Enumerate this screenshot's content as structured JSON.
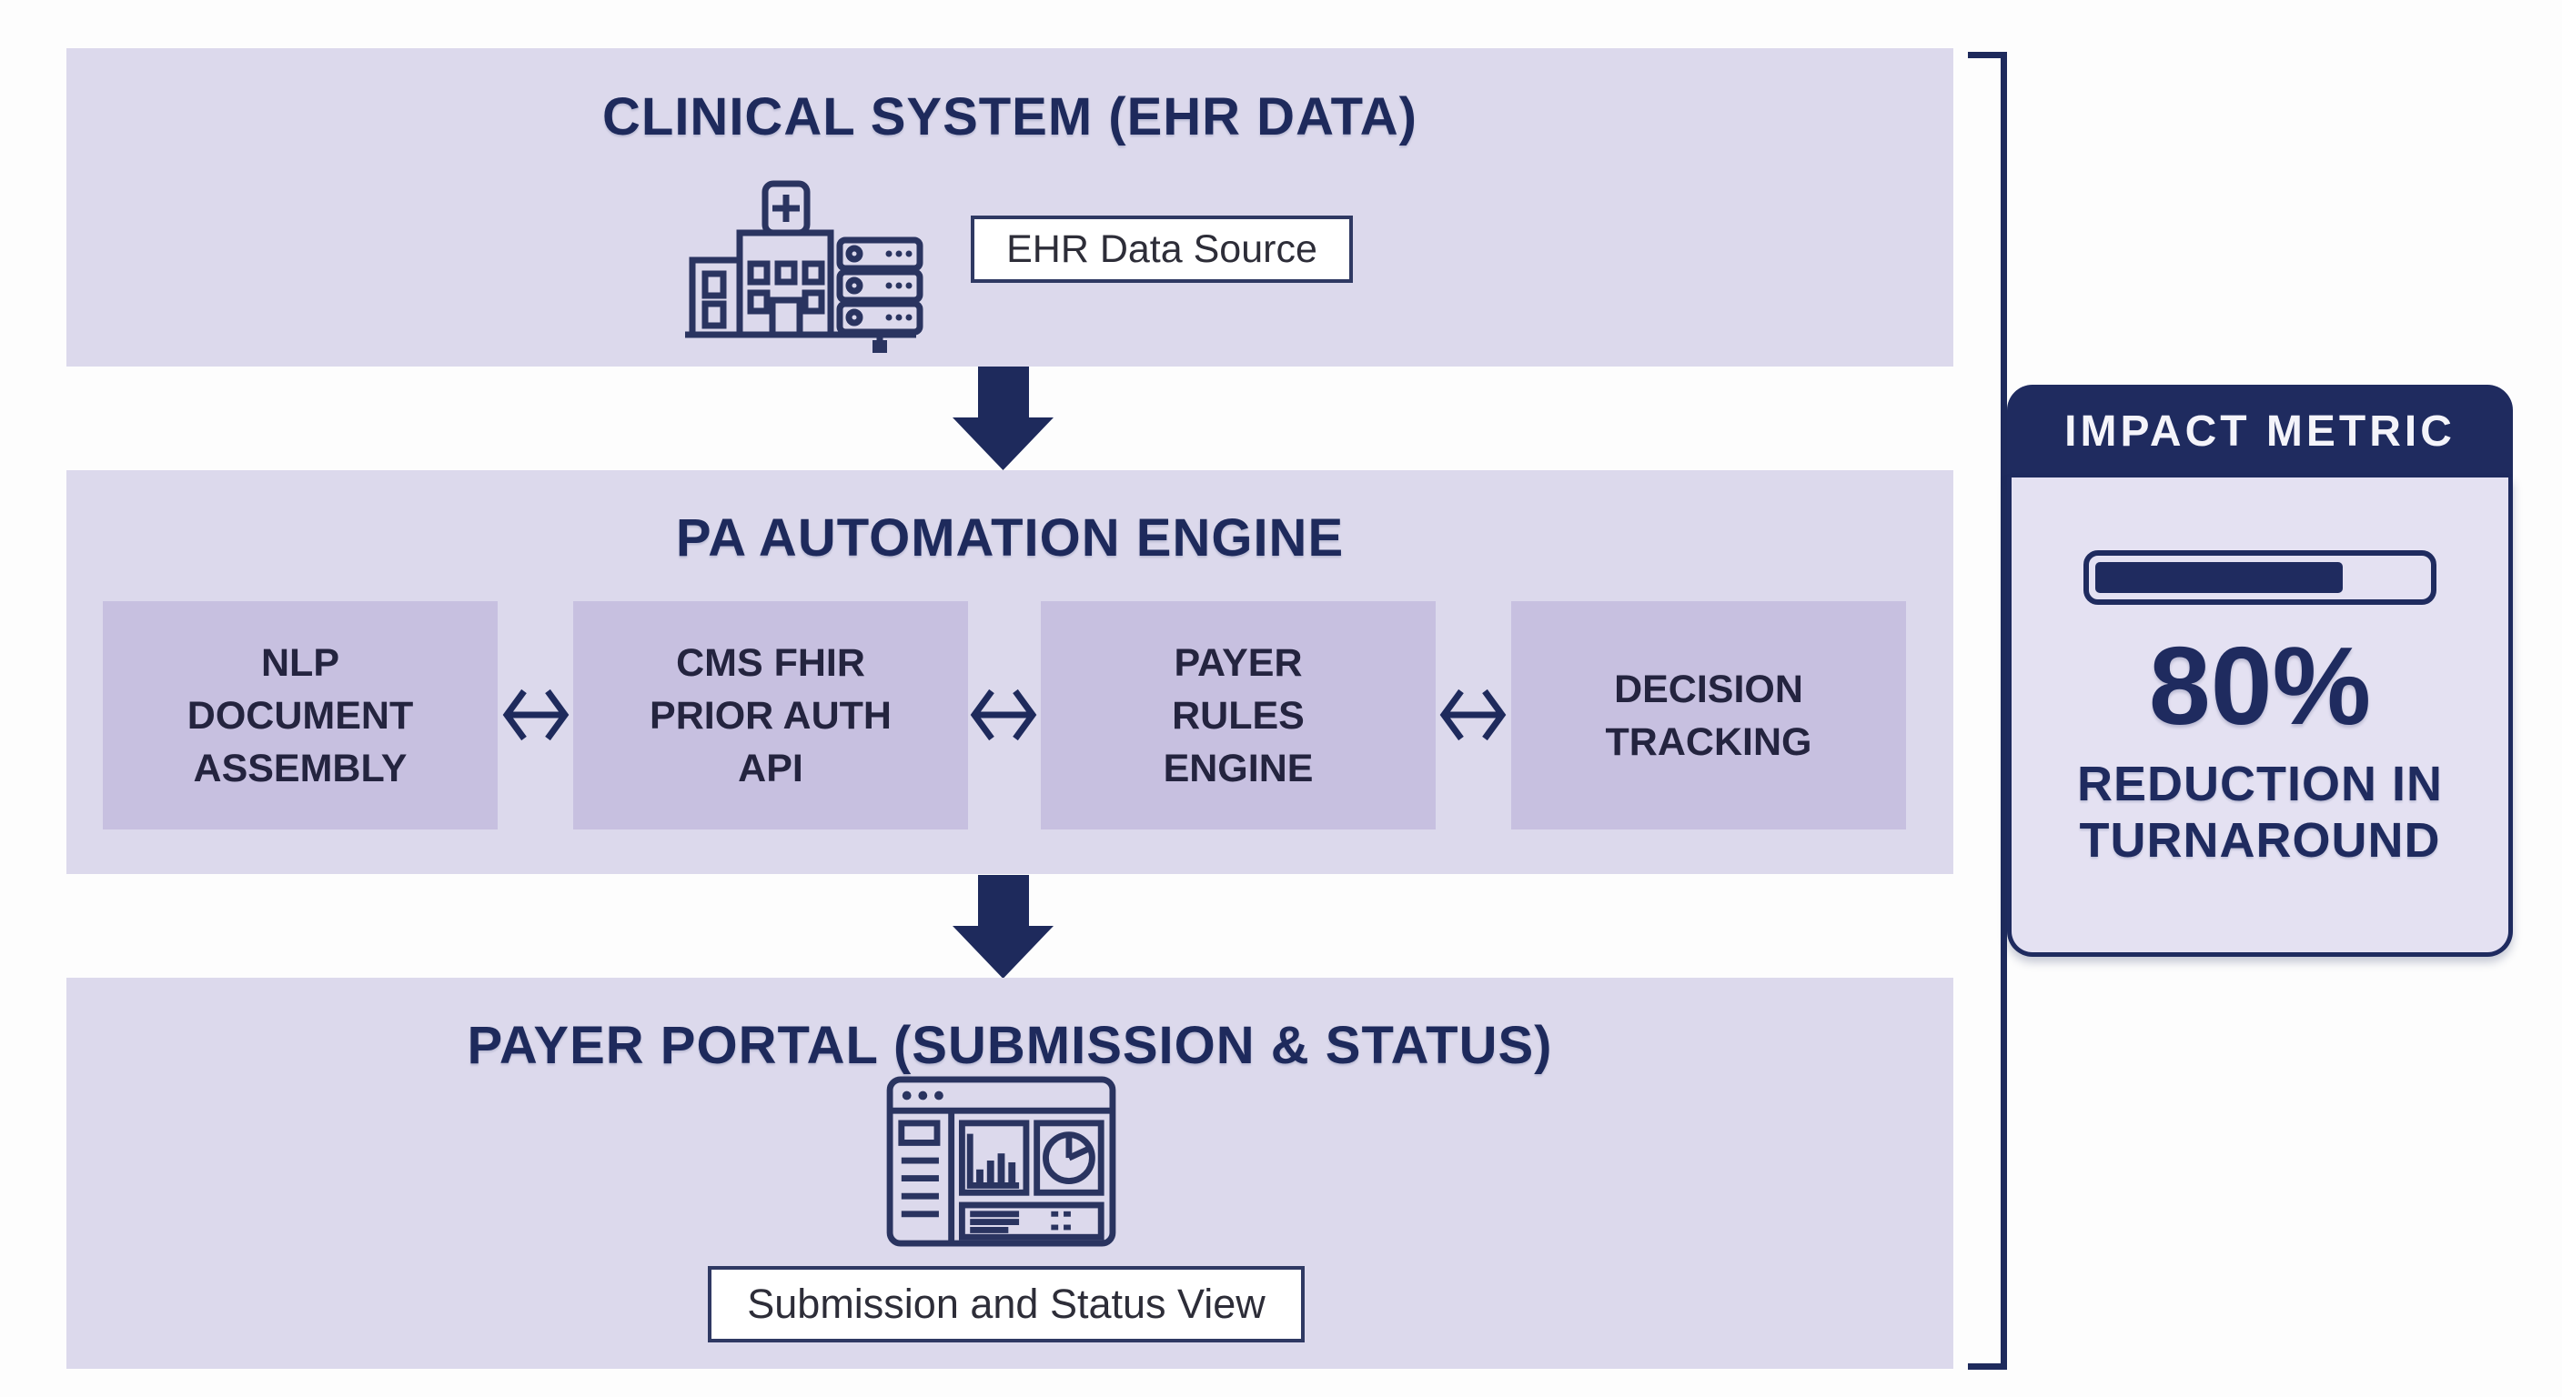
{
  "colors": {
    "band_background": "#dcd9ec",
    "module_background": "#c7c0e0",
    "navy_accent": "#1e2a5c",
    "card_header_background": "#1f2b5f",
    "card_body_background": "#e4e1f2",
    "label_box_background": "#ffffff"
  },
  "icons": {
    "clinical": "hospital-with-server-icon",
    "portal": "browser-dashboard-icon",
    "flow_down": "solid-down-arrow-icon",
    "flow_between_modules": "double-headed-arrow-icon"
  },
  "clinical": {
    "title": "CLINICAL SYSTEM (EHR DATA)",
    "label": "EHR Data Source"
  },
  "engine": {
    "title": "PA AUTOMATION ENGINE",
    "modules": [
      {
        "lines": [
          "NLP",
          "DOCUMENT",
          "ASSEMBLY"
        ]
      },
      {
        "lines": [
          "CMS FHIR",
          "PRIOR AUTH",
          "API"
        ]
      },
      {
        "lines": [
          "PAYER",
          "RULES",
          "ENGINE"
        ]
      },
      {
        "lines": [
          "DECISION",
          "TRACKING"
        ]
      }
    ]
  },
  "portal": {
    "title": "PAYER PORTAL (SUBMISSION & STATUS)",
    "label": "Submission and Status View"
  },
  "impact": {
    "header": "IMPACT METRIC",
    "value": "80%",
    "caption": [
      "REDUCTION IN",
      "TURNAROUND"
    ],
    "progress_percent": 80
  }
}
